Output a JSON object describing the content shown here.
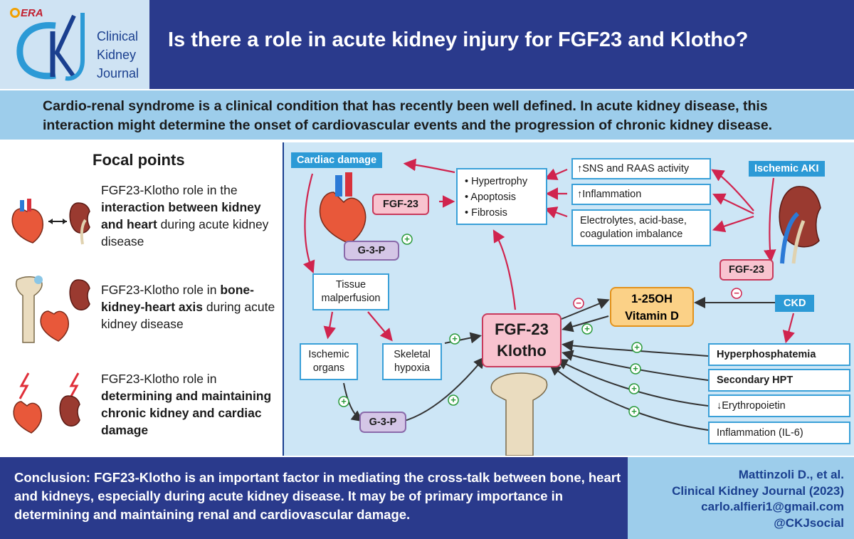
{
  "logo": {
    "era": "ERA",
    "lines": [
      "Clinical",
      "Kidney",
      "Journal"
    ]
  },
  "title": "Is there a role in acute kidney injury for FGF23 and Klotho?",
  "intro": "Cardio-renal syndrome is a clinical condition that has recently been well defined. In acute kidney disease, this interaction might determine the onset of cardiovascular events and the progression of chronic kidney disease.",
  "focal": {
    "title": "Focal points",
    "points": [
      {
        "pre": "FGF23-Klotho role in the",
        "bold": "interaction between kidney and heart",
        "post": "during acute kidney disease"
      },
      {
        "pre": "FGF23-Klotho role in",
        "bold": "bone-kidney-heart axis",
        "post": "during acute kidney disease"
      },
      {
        "pre": "FGF23-Klotho role in",
        "bold": "determining and maintaining chronic kidney and cardiac damage",
        "post": ""
      }
    ]
  },
  "diagram": {
    "cardiac_damage": "Cardiac damage",
    "ischemic_aki": "Ischemic AKI",
    "effects": [
      "• Hypertrophy",
      "• Apoptosis",
      "• Fibrosis"
    ],
    "fgf23_heart": "FGF-23",
    "fgf23_kidney": "FGF-23",
    "g3p_top": "G-3-P",
    "g3p_bottom": "G-3-P",
    "sns": "↑SNS and RAAS activity",
    "inflammation": "↑Inflammation",
    "electrolytes": "Electrolytes, acid-base, coagulation imbalance",
    "tissue": "Tissue malperfusion",
    "ischemic_organs": "Ischemic organs",
    "skeletal": "Skeletal hypoxia",
    "main_fgf": "FGF-23",
    "main_klotho": "Klotho",
    "vitd_1": "1-25OH",
    "vitd_2": "Vitamin D",
    "ckd": "CKD",
    "factors": [
      "Hyperphosphatemia",
      "Secondary HPT",
      "↓Erythropoietin",
      "Inflammation (IL-6)"
    ],
    "plus": "+",
    "minus": "−"
  },
  "conclusion": "Conclusion: FGF23-Klotho is an important factor in mediating the cross-talk between bone, heart and kidneys, especially during acute kidney disease. It may be of primary importance in determining and maintaining renal and cardiovascular damage.",
  "citation": [
    "Mattinzoli D., et al.",
    "Clinical Kidney Journal (2023)",
    "carlo.alfieri1@gmail.com",
    "@CKJsocial"
  ]
}
